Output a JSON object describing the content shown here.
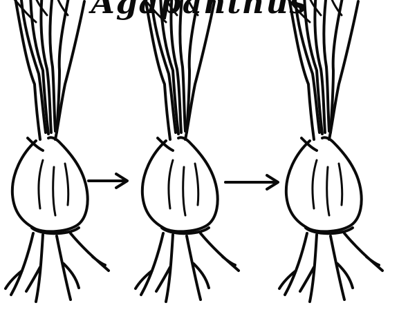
{
  "title": "Agapanthus",
  "stages": [
    {
      "id": "stage-1"
    },
    {
      "id": "stage-2"
    },
    {
      "id": "stage-3"
    }
  ]
}
